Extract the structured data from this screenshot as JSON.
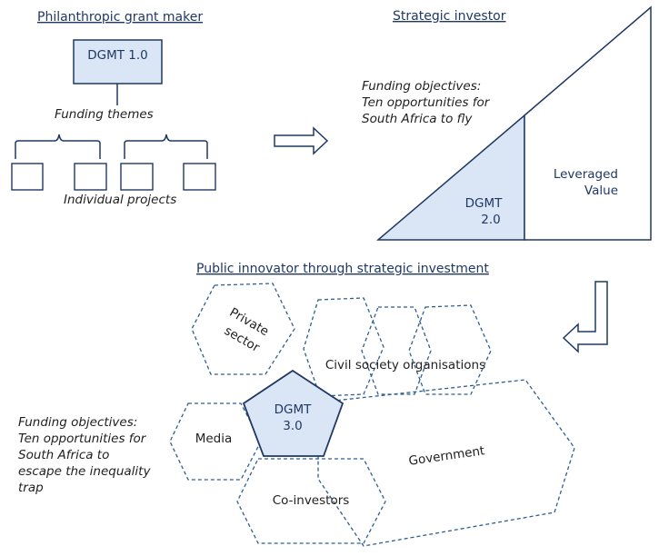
{
  "stage1": {
    "title": "Philanthropic grant maker",
    "node": "DGMT 1.0",
    "themes": "Funding themes",
    "projects": "Individual projects"
  },
  "stage2": {
    "title": "Strategic investor",
    "objectives": [
      "Funding objectives:",
      "Ten opportunities for",
      "South Africa to fly"
    ],
    "dgmt": [
      "DGMT",
      "2.0"
    ],
    "leveraged": [
      "Leveraged",
      "Value"
    ]
  },
  "stage3": {
    "title": "Public innovator through strategic investment",
    "objectives": [
      "Funding objectives:",
      "Ten opportunities for",
      "South Africa to",
      "escape the inequality",
      "trap"
    ],
    "private": [
      "Private",
      "sector"
    ],
    "cso": "Civil society organisations",
    "media": "Media",
    "dgmt": [
      "DGMT",
      "3.0"
    ],
    "government": "Government",
    "coinvestors": "Co-investors"
  },
  "colors": {
    "navy": "#1f3864",
    "fill_light": "#dae6f5",
    "dash_blue": "#2e5f94"
  }
}
